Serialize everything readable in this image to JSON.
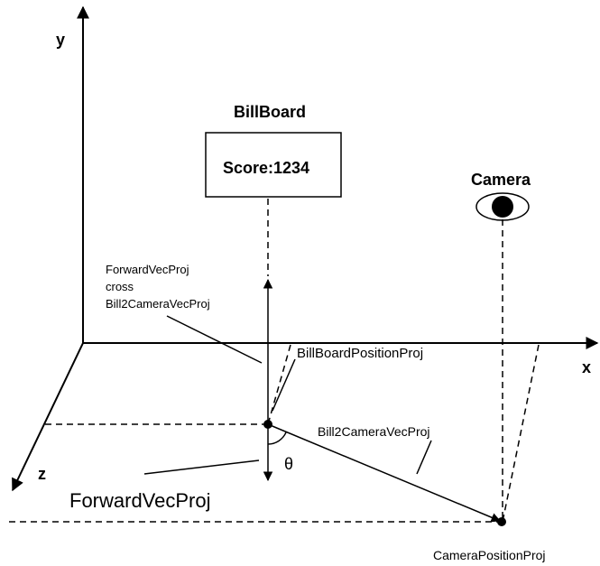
{
  "axes": {
    "x": "x",
    "y": "y",
    "z": "z"
  },
  "billboard": {
    "title": "BillBoard",
    "text": "Score:1234"
  },
  "camera": {
    "label": "Camera"
  },
  "labels": {
    "cross_line1": "ForwardVecProj",
    "cross_line2": "cross",
    "cross_line3": "Bill2CameraVecProj",
    "billboard_position": "BillBoardPositionProj",
    "bill2camera": "Bill2CameraVecProj",
    "forward": "ForwardVecProj",
    "theta": "θ",
    "camera_position": "CameraPositionProj"
  }
}
